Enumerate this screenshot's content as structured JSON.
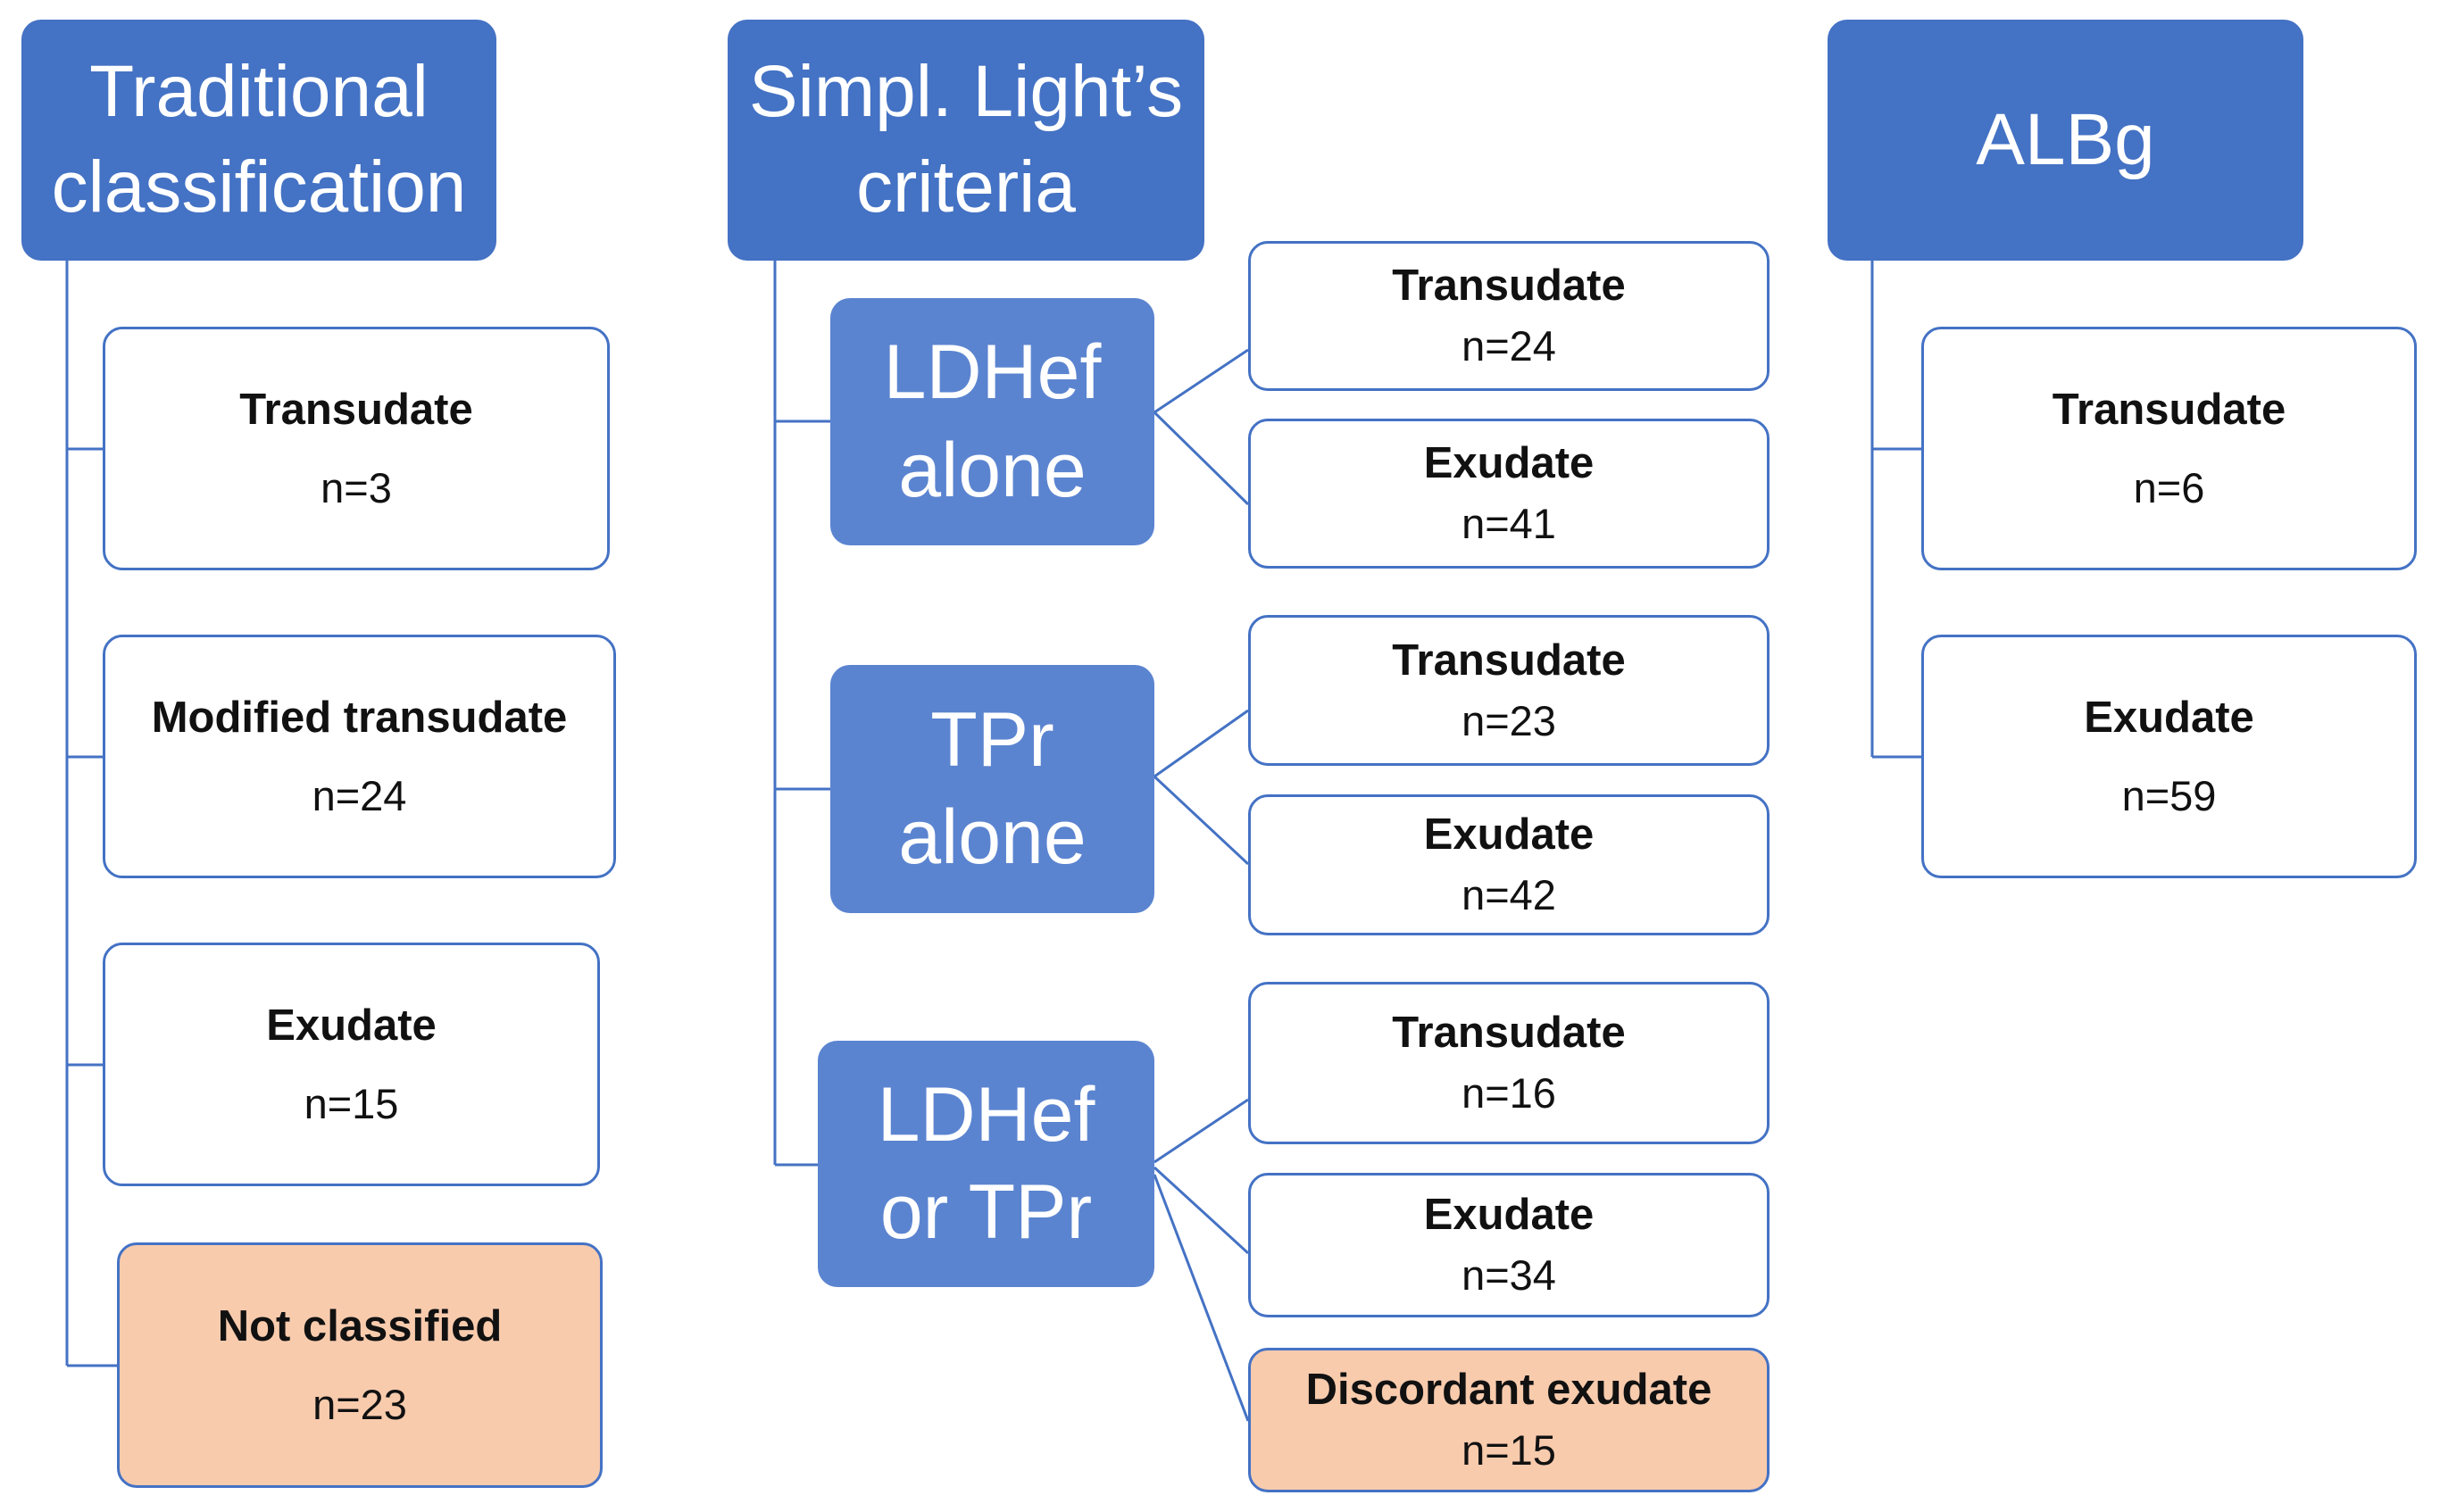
{
  "colors": {
    "header_fill": "#4472C4",
    "sub_fill": "#5B84D0",
    "leaf_border": "#4472C4",
    "highlight_fill": "#F8CBAD"
  },
  "columns": {
    "traditional": {
      "header": [
        "Traditional",
        "classification"
      ],
      "items": [
        {
          "label": "Transudate",
          "count": "n=3"
        },
        {
          "label": "Modified transudate",
          "count": "n=24"
        },
        {
          "label": "Exudate",
          "count": "n=15"
        },
        {
          "label": "Not classified",
          "count": "n=23"
        }
      ]
    },
    "lights": {
      "header": [
        "Simpl. Light’s",
        "criteria"
      ],
      "groups": [
        {
          "label": [
            "LDHef",
            "alone"
          ],
          "items": [
            {
              "label": "Transudate",
              "count": "n=24"
            },
            {
              "label": "Exudate",
              "count": "n=41"
            }
          ]
        },
        {
          "label": [
            "TPr",
            "alone"
          ],
          "items": [
            {
              "label": "Transudate",
              "count": "n=23"
            },
            {
              "label": "Exudate",
              "count": "n=42"
            }
          ]
        },
        {
          "label": [
            "LDHef",
            "or TPr"
          ],
          "items": [
            {
              "label": "Transudate",
              "count": "n=16"
            },
            {
              "label": "Exudate",
              "count": "n=34"
            },
            {
              "label": "Discordant exudate",
              "count": "n=15"
            }
          ]
        }
      ]
    },
    "albg": {
      "header": [
        "ALBg"
      ],
      "items": [
        {
          "label": "Transudate",
          "count": "n=6"
        },
        {
          "label": "Exudate",
          "count": "n=59"
        }
      ]
    }
  }
}
